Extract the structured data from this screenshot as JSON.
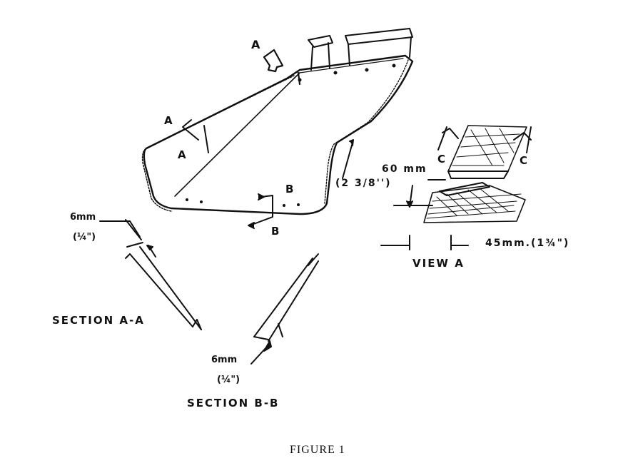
{
  "labels": {
    "view_arrow": "A",
    "section_a_upper": "A",
    "section_a_lower": "A",
    "section_b_upper": "B",
    "section_b_lower": "B",
    "c_left": "C",
    "c_right": "C",
    "dim_60_mm": "60 mm",
    "dim_60_in": "(2 3/8'')",
    "dim_6mm_a": "6mm",
    "dim_6mm_a_in": "(¼\")",
    "dim_6mm_b": "6mm",
    "dim_6mm_b_in": "(¼\")",
    "dim_45": "45mm.(1¾\")",
    "view_a": "VIEW A",
    "section_aa": "SECTION A-A",
    "section_bb": "SECTION B-B",
    "caption": "FIGURE 1"
  },
  "colors": {
    "ink": "#111111",
    "paper": "#ffffff"
  }
}
